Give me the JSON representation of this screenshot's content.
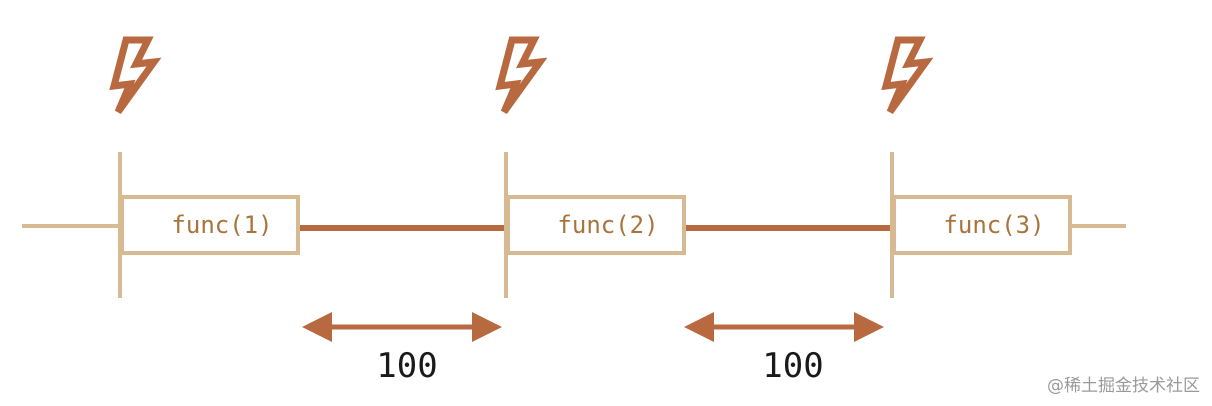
{
  "colors": {
    "timeline_light": "#d7b992",
    "timeline_dark": "#b8693f",
    "box_stroke": "#d7b992",
    "label": "#a9743a",
    "lightning": "#b8693f",
    "arrow": "#b8693f",
    "delay_text": "#1a1a1a"
  },
  "icons": {
    "trigger": "lightning-bolt-icon"
  },
  "calls": [
    {
      "label": "func(1)"
    },
    {
      "label": "func(2)"
    },
    {
      "label": "func(3)"
    }
  ],
  "intervals": [
    {
      "label": "100"
    },
    {
      "label": "100"
    }
  ],
  "watermark": "@稀土掘金技术社区"
}
